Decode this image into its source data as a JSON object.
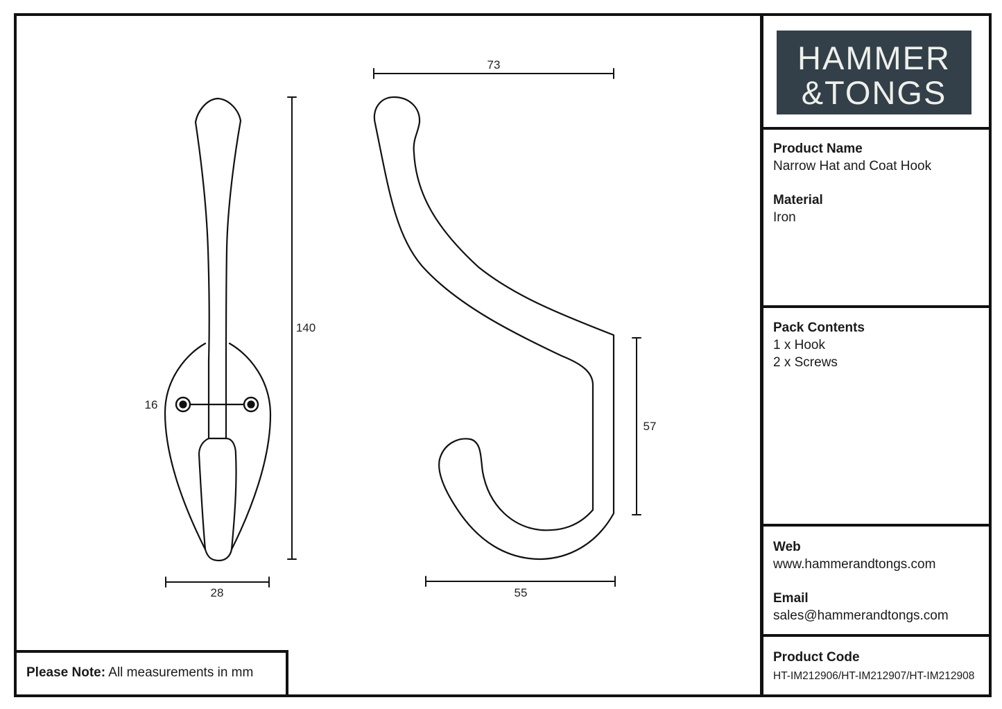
{
  "logo": {
    "line1": "HAMMER",
    "line2": "&TONGS"
  },
  "product_name": {
    "label": "Product Name",
    "value": "Narrow Hat and Coat Hook"
  },
  "material": {
    "label": "Material",
    "value": "Iron"
  },
  "pack_contents": {
    "label": "Pack Contents",
    "items": [
      "1 x Hook",
      "2 x Screws"
    ]
  },
  "web": {
    "label": "Web",
    "value": "www.hammerandtongs.com"
  },
  "email": {
    "label": "Email",
    "value": "sales@hammerandtongs.com"
  },
  "product_code": {
    "label": "Product Code",
    "value": "HT-IM212906/HT-IM212907/HT-IM212908"
  },
  "note": {
    "label": "Please Note:",
    "text": "All measurements in mm"
  },
  "dimensions": {
    "front_height": "140",
    "front_width": "28",
    "screw_spacing": "16",
    "side_width_top": "73",
    "side_width_bottom": "55",
    "side_hook_height": "57"
  },
  "colors": {
    "logo_bg": "#334049",
    "logo_text": "#eef0ea",
    "lines": "#111111"
  }
}
